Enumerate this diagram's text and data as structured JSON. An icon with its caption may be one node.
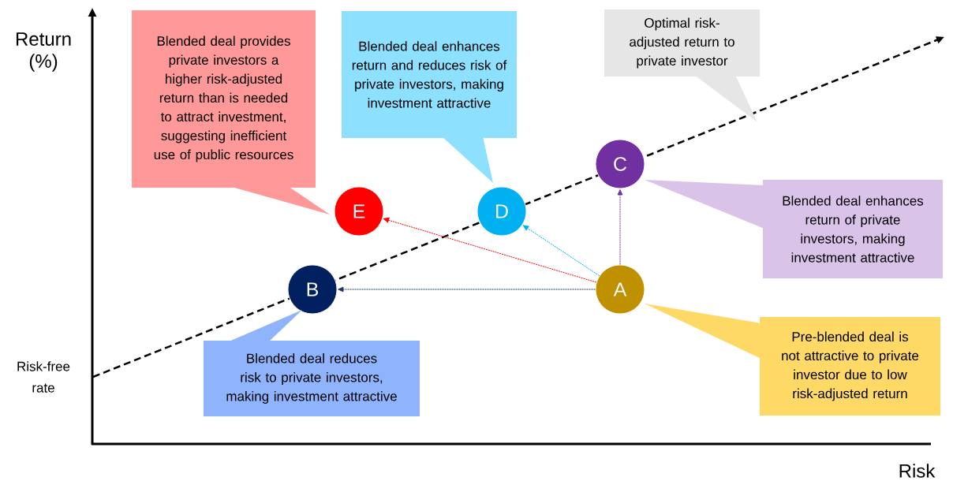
{
  "diagram": {
    "nodes": [
      {
        "text": [
          "Blended deal provides private investors a higher risk-adjusted return than is needed to attract investment, suggesting inefficient use of public resources"
        ]
      },
      {
        "text": [
          "Blended deal enhances return and reduces risk of private investors, making investment attractive"
        ]
      },
      {
        "text": [
          "Optimal risk-adjusted return to private investor"
        ]
      },
      {
        "text": [
          "C"
        ]
      },
      {
        "text": [
          "Blended deal enhances return of private investors, making investment attractive"
        ]
      },
      {
        "text": [
          "E"
        ]
      },
      {
        "text": [
          "D"
        ]
      },
      {
        "text": [
          "A"
        ]
      },
      {
        "text": [
          "B"
        ]
      },
      {
        "text": [
          "Blended deal reduces risk to private investors, making investment attractive"
        ]
      },
      {
        "text": [
          "Pre-blended deal is not attractive to private investor due to low risk-adjusted return"
        ]
      }
    ],
    "edges": [
      {
        "from": 7,
        "to": 8,
        "arrow": "to",
        "style": "dashed",
        "color": "#1f3864"
      },
      {
        "from": 7,
        "to": 5,
        "arrow": "to",
        "style": "dashed",
        "color": "#ff0000"
      },
      {
        "from": 7,
        "to": 6,
        "arrow": "to",
        "style": "dashed",
        "color": "#00b0f0"
      },
      {
        "from": 7,
        "to": 3,
        "arrow": "to",
        "style": "dashed",
        "color": "#7030a0"
      }
    ],
    "labels": [
      "Return (%)",
      "Risk-free rate",
      "Risk"
    ]
  }
}
